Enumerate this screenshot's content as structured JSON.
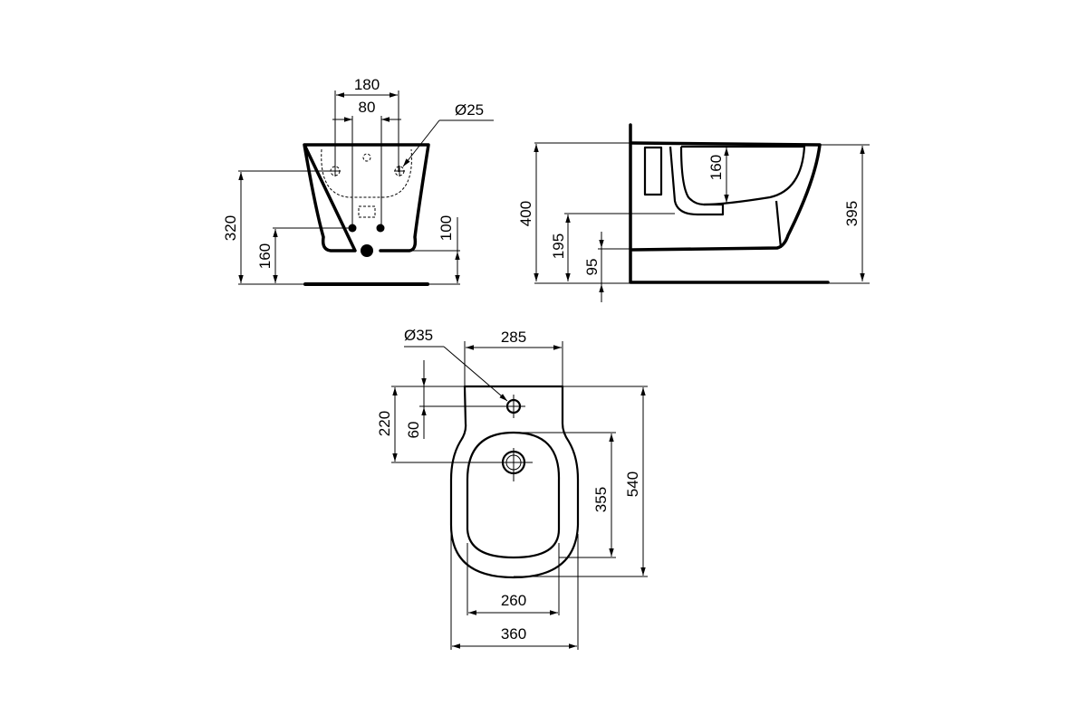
{
  "drawing": {
    "type": "technical dimension drawing - wall-hung bidet",
    "colors": {
      "line": "#000000",
      "background": "#ffffff"
    },
    "front_view": {
      "dims": {
        "width_outer": "180",
        "width_inner": "80",
        "hole_diameter": "Ø25",
        "height_holes": "320",
        "height_pipes": "160",
        "height_outlet": "100"
      }
    },
    "side_view": {
      "dims": {
        "height_total": "400",
        "height_rim": "395",
        "bowl_depth": "160",
        "height_outlet": "195",
        "height_bottom": "95"
      }
    },
    "top_view": {
      "dims": {
        "tap_hole_diameter": "Ø35",
        "width_back": "285",
        "dist_drain": "220",
        "dist_tap": "60",
        "length_bowl": "355",
        "length_total": "540",
        "width_inner": "260",
        "width_total": "360"
      }
    }
  }
}
